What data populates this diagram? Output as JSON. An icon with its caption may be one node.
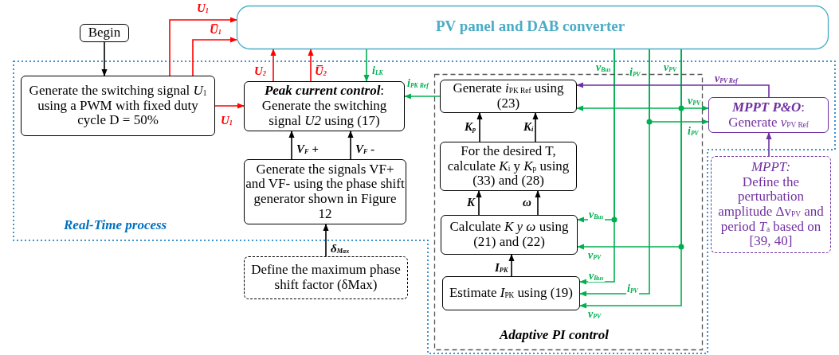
{
  "diagram": {
    "nodes": [
      {
        "text": [
          "PV panel and DAB converter"
        ]
      },
      {
        "text": [
          "Begin"
        ]
      },
      {
        "text": [
          "Real-Time process"
        ]
      },
      {
        "text": [
          "Generate the switching signal *U*$_{1}$ using a PWM with fixed duty cycle D = 50%"
        ],
        "in": 2
      },
      {
        "text": [
          "**Peak current control**:",
          "Generate the switching signal *U2* using (17)"
        ],
        "in": 2
      },
      {
        "text": [
          "Generate the signals VF+ and VF- using the phase shift generator shown in Figure 12"
        ],
        "in": 2
      },
      {
        "text": [
          "Adaptive PI control"
        ],
        "in": 2
      },
      {
        "text": [
          "Generate *i*$_{PK Ref}$ using (23)"
        ],
        "in": 6
      },
      {
        "text": [
          "For the desired T, calculate *K*$_{i}$ y *K*$_{p}$ using (33) and (28)"
        ],
        "in": 6
      },
      {
        "text": [
          "Calculate *K y ω* using (21) and (22)"
        ],
        "in": 6
      },
      {
        "text": [
          "Estimate *I*$_{PK}$ using (19)"
        ],
        "in": 6
      },
      {
        "text": [
          "**MPPT P&O**:",
          "Generate *v*$_{PV Ref}$"
        ],
        "in": 2
      },
      {
        "text": [
          "Define the maximum phase shift factor (δMax)"
        ]
      },
      {
        "text": [
          "MPPT:",
          "Define the perturbation amplitude Δv$_{PV}$ and period *T*$_{a}$ based on [39, 40]"
        ]
      }
    ],
    "edges": [
      {
        "from": 1,
        "to": 3,
        "arrow": "to",
        "color": "#000000"
      },
      {
        "from": 3,
        "to": 0,
        "arrow": "to",
        "label": "U$_{1}$",
        "color": "#ff0000"
      },
      {
        "from": 3,
        "to": 0,
        "arrow": "to",
        "label": "U̅$_{1}$",
        "color": "#ff0000"
      },
      {
        "from": 3,
        "to": 4,
        "arrow": "to",
        "label": "U$_{1}$",
        "color": "#ff0000"
      },
      {
        "from": 4,
        "to": 0,
        "arrow": "to",
        "label": "U$_{2}$",
        "color": "#ff0000"
      },
      {
        "from": 4,
        "to": 0,
        "arrow": "to",
        "label": "U̅$_{2}$",
        "color": "#ff0000"
      },
      {
        "from": 0,
        "to": 4,
        "arrow": "to",
        "label": "i$_{LK}$"
      },
      {
        "from": 7,
        "to": 4,
        "arrow": "to",
        "label": "i$_{PK Ref}$"
      },
      {
        "from": 5,
        "to": 4,
        "arrow": "to",
        "label": "V$_{F}$ +",
        "color": "#000000"
      },
      {
        "from": 5,
        "to": 4,
        "arrow": "to",
        "label": "V$_{F}$ -",
        "color": "#000000"
      },
      {
        "from": 8,
        "to": 7,
        "arrow": "to",
        "label": "K$_{p}$",
        "color": "#000000"
      },
      {
        "from": 8,
        "to": 7,
        "arrow": "to",
        "label": "K$_{i}$",
        "color": "#000000"
      },
      {
        "from": 9,
        "to": 8,
        "arrow": "to",
        "label": "K",
        "color": "#000000"
      },
      {
        "from": 9,
        "to": 8,
        "arrow": "to",
        "label": "ω",
        "color": "#000000"
      },
      {
        "from": 10,
        "to": 9,
        "arrow": "to",
        "label": "I$_{PK}$",
        "color": "#000000"
      },
      {
        "from": 0,
        "to": 9,
        "arrow": "to",
        "label": "v$_{Bus}$"
      },
      {
        "from": 0,
        "to": 9,
        "arrow": "to",
        "label": "v$_{PV}$"
      },
      {
        "from": 0,
        "to": 10,
        "arrow": "to",
        "label": "v$_{Bus}$"
      },
      {
        "from": 0,
        "to": 10,
        "arrow": "to",
        "label": "i$_{PV}$"
      },
      {
        "from": 0,
        "to": 10,
        "arrow": "to",
        "label": "v$_{PV}$"
      },
      {
        "from": 0,
        "to": 7,
        "arrow": "to"
      },
      {
        "from": 0,
        "to": 11,
        "arrow": "to",
        "label": "v$_{PV}$"
      },
      {
        "from": 0,
        "to": 11,
        "arrow": "to",
        "label": "i$_{PV}$"
      },
      {
        "from": 11,
        "to": 7,
        "arrow": "to",
        "label": "v$_{PV Ref}$",
        "color": "#7030a0"
      },
      {
        "from": 13,
        "to": 11,
        "arrow": "to",
        "color": "#7030a0"
      },
      {
        "from": 12,
        "to": 5,
        "arrow": "to",
        "label": "δ$_{Max}$",
        "color": "#000000"
      }
    ],
    "labels": [
      "v$_{Bus}$",
      "i$_{PV}$",
      "v$_{PV}$"
    ]
  }
}
